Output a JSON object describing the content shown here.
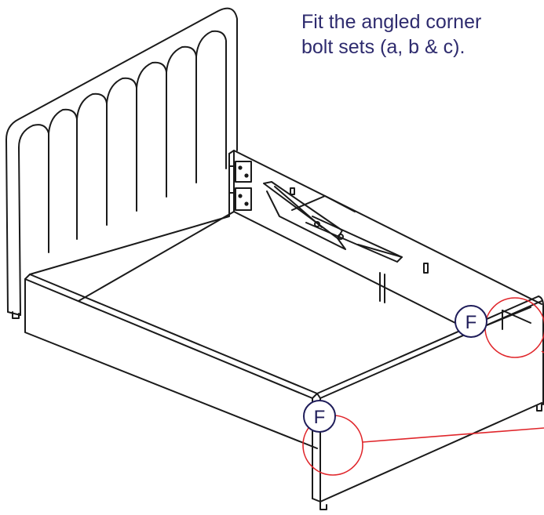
{
  "instruction": {
    "line1": "Fit the angled corner",
    "line2": "bolt sets (a, b & c)."
  },
  "callouts": [
    {
      "label": "F"
    },
    {
      "label": "F"
    }
  ],
  "colors": {
    "instruction_text": "#2e2b6e",
    "callout_label_circle": "#1f1d5a",
    "highlight_circle": "#e0262b",
    "line_art": "#1a1a1a"
  }
}
